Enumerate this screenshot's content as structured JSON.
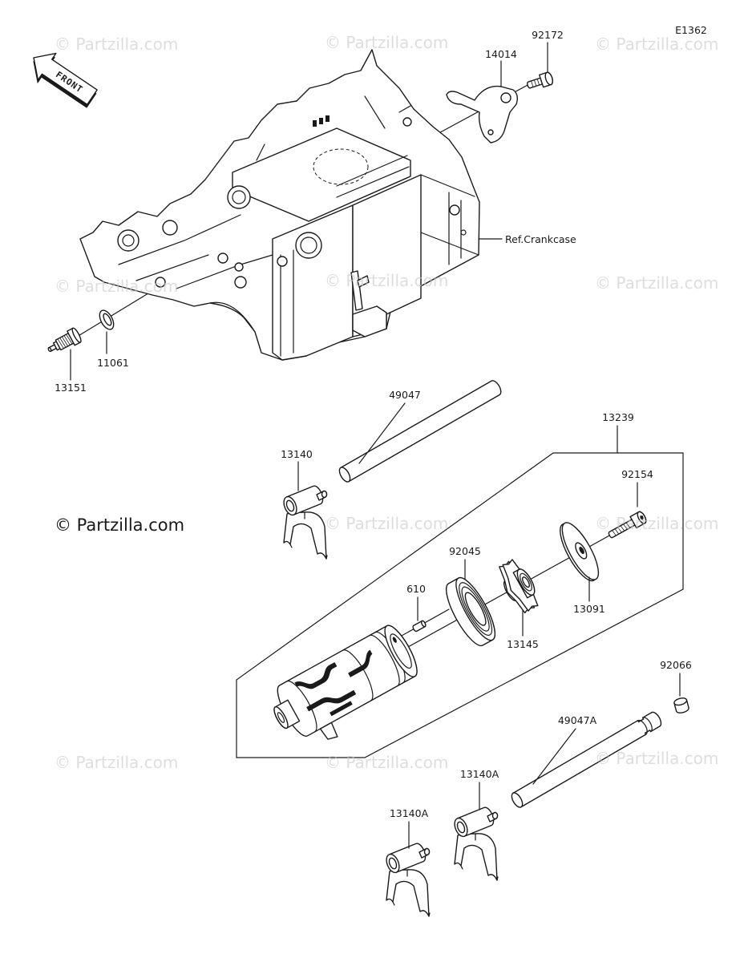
{
  "figure": {
    "code": "E1362",
    "front_arrow_label": "FRONT",
    "reference_label": "Ref.Crankcase",
    "copyright": "© Partzilla.com",
    "watermark": "© Partzilla.com"
  },
  "callouts": [
    "92172",
    "14014",
    "13151",
    "11061",
    "49047",
    "13239",
    "13140",
    "92154",
    "92045",
    "610",
    "13091",
    "13145",
    "92066",
    "49047A",
    "13140A",
    "13140A"
  ],
  "colors": {
    "line": "#1a1a1a",
    "background": "#ffffff",
    "watermark": "#c8c8c8"
  }
}
